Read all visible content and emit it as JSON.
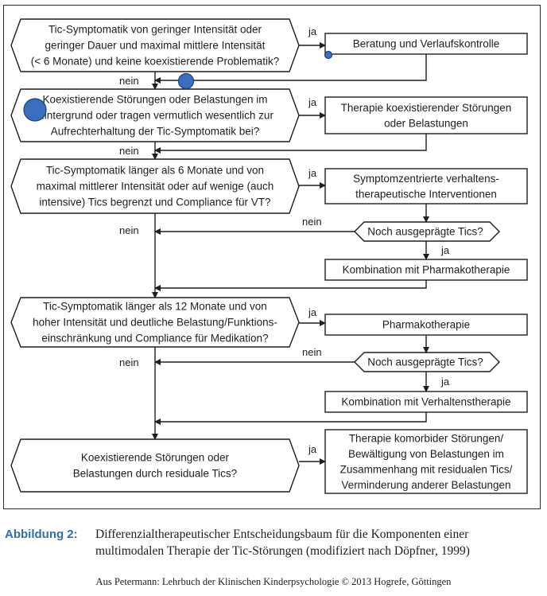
{
  "diagram": {
    "decisions": [
      {
        "lines": [
          "Tic-Symptomatik von geringer Intensität oder",
          "geringer Dauer und maximal mittlere Intensität",
          "(< 6 Monate) und keine koexistierende Problematik?"
        ]
      },
      {
        "lines": [
          "Koexistierende Störungen oder Belastungen im",
          "Hintergrund oder tragen vermutlich wesentlich zur",
          "Aufrechterhaltung der Tic-Symptomatik bei?"
        ]
      },
      {
        "lines": [
          "Tic-Symptomatik länger als 6 Monate und von",
          "maximal mittlerer Intensität oder auf wenige (auch",
          "intensive) Tics begrenzt und Compliance für VT?"
        ]
      },
      {
        "lines": [
          "Tic-Symptomatik länger als 12 Monate und von",
          "hoher Intensität und deutliche Belastung/Funktions-",
          "einschränkung und Compliance für Medikation?"
        ]
      },
      {
        "lines": [
          "Koexistierende Störungen oder",
          "Belastungen durch residuale Tics?"
        ]
      }
    ],
    "actions": [
      {
        "lines": [
          "Beratung und Verlaufskontrolle"
        ]
      },
      {
        "lines": [
          "Therapie koexistierender Störungen",
          "oder  Belastungen"
        ]
      },
      {
        "lines": [
          "Symptomzentrierte verhaltens-",
          "therapeutische Interventionen"
        ]
      },
      {
        "lines": [
          "Kombination mit Pharmakotherapie"
        ]
      },
      {
        "lines": [
          "Pharmakotherapie"
        ]
      },
      {
        "lines": [
          "Kombination mit Verhaltenstherapie"
        ]
      },
      {
        "lines": [
          "Therapie komorbider Störungen/",
          "Bewältigung von Belastungen im",
          "Zusammenhang mit residualen Tics/",
          "Verminderung anderer Belastungen"
        ]
      }
    ],
    "checks": [
      {
        "lines": [
          "Noch ausgeprägte Tics?"
        ]
      },
      {
        "lines": [
          "Noch ausgeprägte Tics?"
        ]
      }
    ],
    "yes_label": "ja",
    "no_label": "nein"
  },
  "caption": {
    "label": "Abbildung 2:",
    "lines": [
      "Differenzialtherapeutischer Entscheidungsbaum für die Komponenten einer",
      "multimodalen Therapie der Tic-Störungen (modifiziert nach Döpfner, 1999)"
    ]
  },
  "source": "Aus Petermann: Lehrbuch der Klinischen Kinderpsychologie © 2013 Hogrefe, Göttingen"
}
